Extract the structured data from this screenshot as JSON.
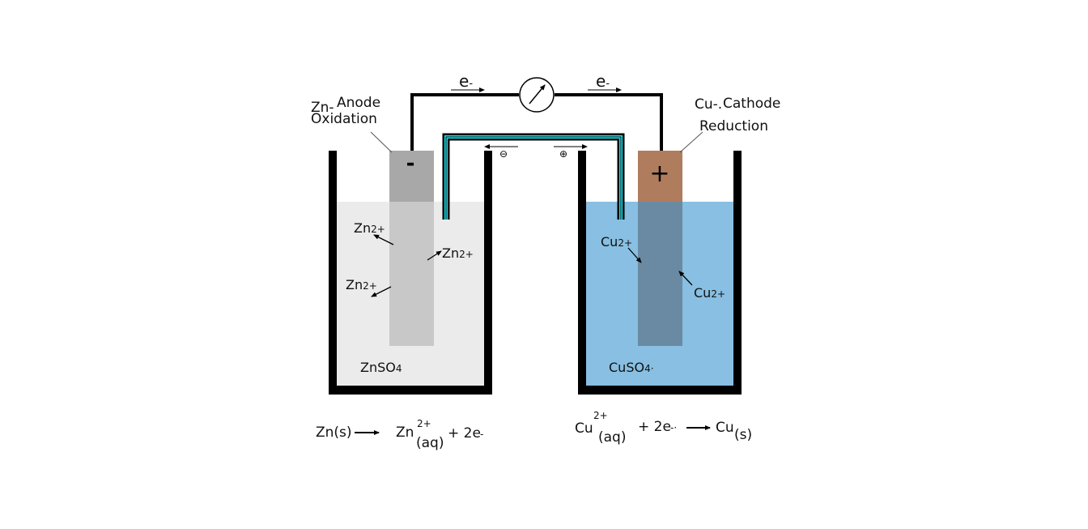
{
  "colors": {
    "zinc_electrode": "#a8a8a8",
    "zinc_electrode_submerged": "#c8c8c9",
    "zinc_solution": "#ebebec",
    "copper_electrode": "#b07c5e",
    "copper_electrode_submerged": "#6a8aa4",
    "copper_solution": "#88bfe2",
    "salt_bridge": "#22e6f0",
    "wire": "#000000"
  },
  "icons": {
    "meter": "voltmeter-icon"
  },
  "labels": {
    "electron_left": {
      "main": "e",
      "sub": "-"
    },
    "electron_right": {
      "main": "e",
      "sub": "-"
    },
    "anode_title": "Anode",
    "anode_metal": "Zn-",
    "anode_process": "Oxidation",
    "cathode_metal": "Cu-.",
    "cathode_title": "Cathode",
    "cathode_process": "Reduction",
    "anode_sign": "-",
    "cathode_sign": "+",
    "bridge_anion": "⊖",
    "bridge_cation": "⊕",
    "zn_ion_1": {
      "main": "Zn",
      "sub": "2+"
    },
    "zn_ion_2": {
      "main": "Zn",
      "sub": "2+"
    },
    "zn_ion_3": {
      "main": "Zn",
      "sub": "2+"
    },
    "cu_ion_1": {
      "main": "Cu",
      "sub": "2+"
    },
    "cu_ion_2": {
      "main": "Cu",
      "sub": "2+"
    },
    "left_solution": {
      "main": "ZnSO",
      "sub": "4"
    },
    "right_solution": {
      "main": "CuSO",
      "sub": "4",
      "suffix": "·"
    }
  },
  "equations": {
    "anode": {
      "reactant": "Zn(s)",
      "product_ion": "Zn",
      "product_charge": "2+",
      "product_state": "(aq)",
      "electrons": "+ 2e",
      "electron_sup": "-"
    },
    "cathode": {
      "reactant_ion": "Cu",
      "reactant_charge": "2+",
      "reactant_state": "(aq)",
      "electrons": "+ 2e",
      "electron_sup": "-·",
      "product": "Cu",
      "product_state": "(s)"
    }
  }
}
